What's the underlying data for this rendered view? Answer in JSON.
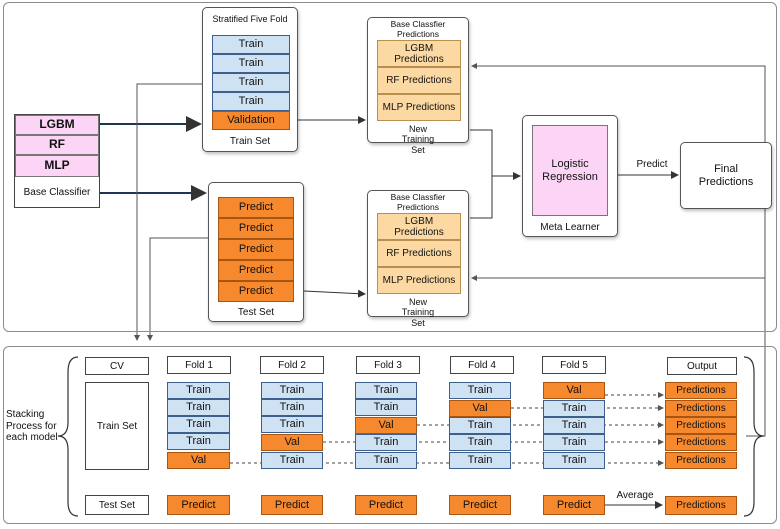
{
  "top": {
    "base_classifier": {
      "items": [
        "LGBM",
        "RF",
        "MLP"
      ],
      "caption": "Base Classifier"
    },
    "train_set": {
      "title": "Stratified Five Fold",
      "rows": [
        "Train",
        "Train",
        "Train",
        "Train",
        "Validation"
      ],
      "caption": "Train Set"
    },
    "test_set": {
      "rows": [
        "Predict",
        "Predict",
        "Predict",
        "Predict",
        "Predict"
      ],
      "caption": "Test Set"
    },
    "base_pred_upper": {
      "title": "Base Classfier Predictions",
      "rows": [
        "LGBM Predictions",
        "RF Predictions",
        "MLP Predictions"
      ],
      "caption": "New Training Set"
    },
    "base_pred_lower": {
      "title": "Base Classfier Predictions",
      "rows": [
        "LGBM Predictions",
        "RF Predictions",
        "MLP Predictions"
      ],
      "caption": "New Training Set"
    },
    "meta_learner": {
      "inner": "Logistic Regression",
      "caption": "Meta Learner"
    },
    "predict_label": "Predict",
    "final": "Final Predictions"
  },
  "bottom": {
    "side_label": "Stacking Process for each model",
    "cv": "CV",
    "train_set": "Train Set",
    "test_set": "Test Set",
    "output": "Output",
    "average": "Average",
    "folds": [
      {
        "title": "Fold 1",
        "rows": [
          "Train",
          "Train",
          "Train",
          "Train",
          "Val"
        ],
        "predict": "Predict"
      },
      {
        "title": "Fold 2",
        "rows": [
          "Train",
          "Train",
          "Train",
          "Val",
          "Train"
        ],
        "predict": "Predict"
      },
      {
        "title": "Fold 3",
        "rows": [
          "Train",
          "Train",
          "Val",
          "Train",
          "Train"
        ],
        "predict": "Predict"
      },
      {
        "title": "Fold 4",
        "rows": [
          "Train",
          "Val",
          "Train",
          "Train",
          "Train"
        ],
        "predict": "Predict"
      },
      {
        "title": "Fold 5",
        "rows": [
          "Val",
          "Train",
          "Train",
          "Train",
          "Train"
        ],
        "predict": "Predict"
      }
    ],
    "output_rows": [
      "Predictions",
      "Predictions",
      "Predictions",
      "Predictions",
      "Predictions"
    ],
    "output_test": "Predictions"
  }
}
